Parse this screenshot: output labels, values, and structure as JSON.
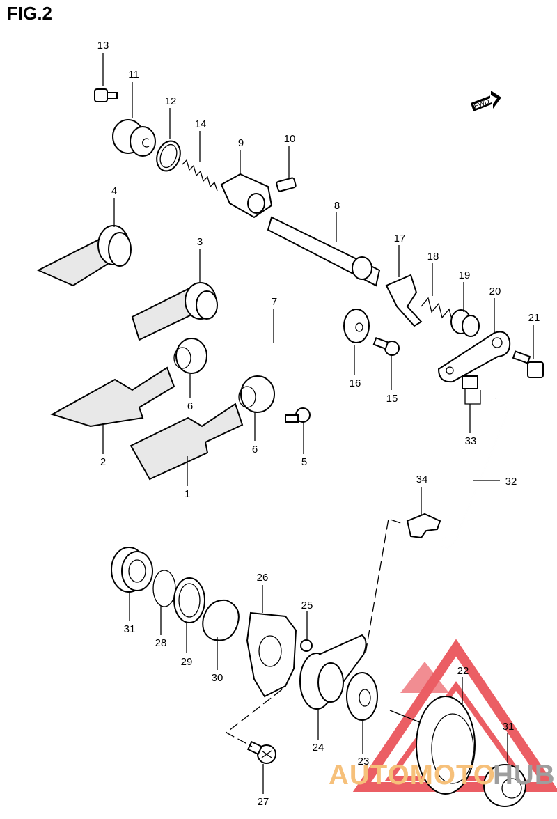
{
  "title": "FIG.2",
  "fwd_label": "FWD",
  "watermark": {
    "text_a": "AUTOMOTO",
    "text_b": "HUB",
    "color": "#e8424a",
    "text_color": "#f6c07a"
  },
  "callouts": [
    {
      "id": "c13",
      "label": "13"
    },
    {
      "id": "c11",
      "label": "11"
    },
    {
      "id": "c12",
      "label": "12"
    },
    {
      "id": "c14",
      "label": "14"
    },
    {
      "id": "c9",
      "label": "9"
    },
    {
      "id": "c10",
      "label": "10"
    },
    {
      "id": "c4",
      "label": "4"
    },
    {
      "id": "c8",
      "label": "8"
    },
    {
      "id": "c3",
      "label": "3"
    },
    {
      "id": "c17",
      "label": "17"
    },
    {
      "id": "c18",
      "label": "18"
    },
    {
      "id": "c19",
      "label": "19"
    },
    {
      "id": "c20",
      "label": "20"
    },
    {
      "id": "c21",
      "label": "21"
    },
    {
      "id": "c7",
      "label": "7"
    },
    {
      "id": "c16",
      "label": "16"
    },
    {
      "id": "c15",
      "label": "15"
    },
    {
      "id": "c6a",
      "label": "6"
    },
    {
      "id": "c6b",
      "label": "6"
    },
    {
      "id": "c2",
      "label": "2"
    },
    {
      "id": "c5",
      "label": "5"
    },
    {
      "id": "c1",
      "label": "1"
    },
    {
      "id": "c33",
      "label": "33"
    },
    {
      "id": "c34",
      "label": "34"
    },
    {
      "id": "c32",
      "label": "32"
    },
    {
      "id": "c26",
      "label": "26"
    },
    {
      "id": "c25",
      "label": "25"
    },
    {
      "id": "c31a",
      "label": "31"
    },
    {
      "id": "c28",
      "label": "28"
    },
    {
      "id": "c29",
      "label": "29"
    },
    {
      "id": "c30",
      "label": "30"
    },
    {
      "id": "c22",
      "label": "22"
    },
    {
      "id": "c31b",
      "label": "31"
    },
    {
      "id": "c24",
      "label": "24"
    },
    {
      "id": "c23",
      "label": "23"
    },
    {
      "id": "c27",
      "label": "27"
    }
  ]
}
